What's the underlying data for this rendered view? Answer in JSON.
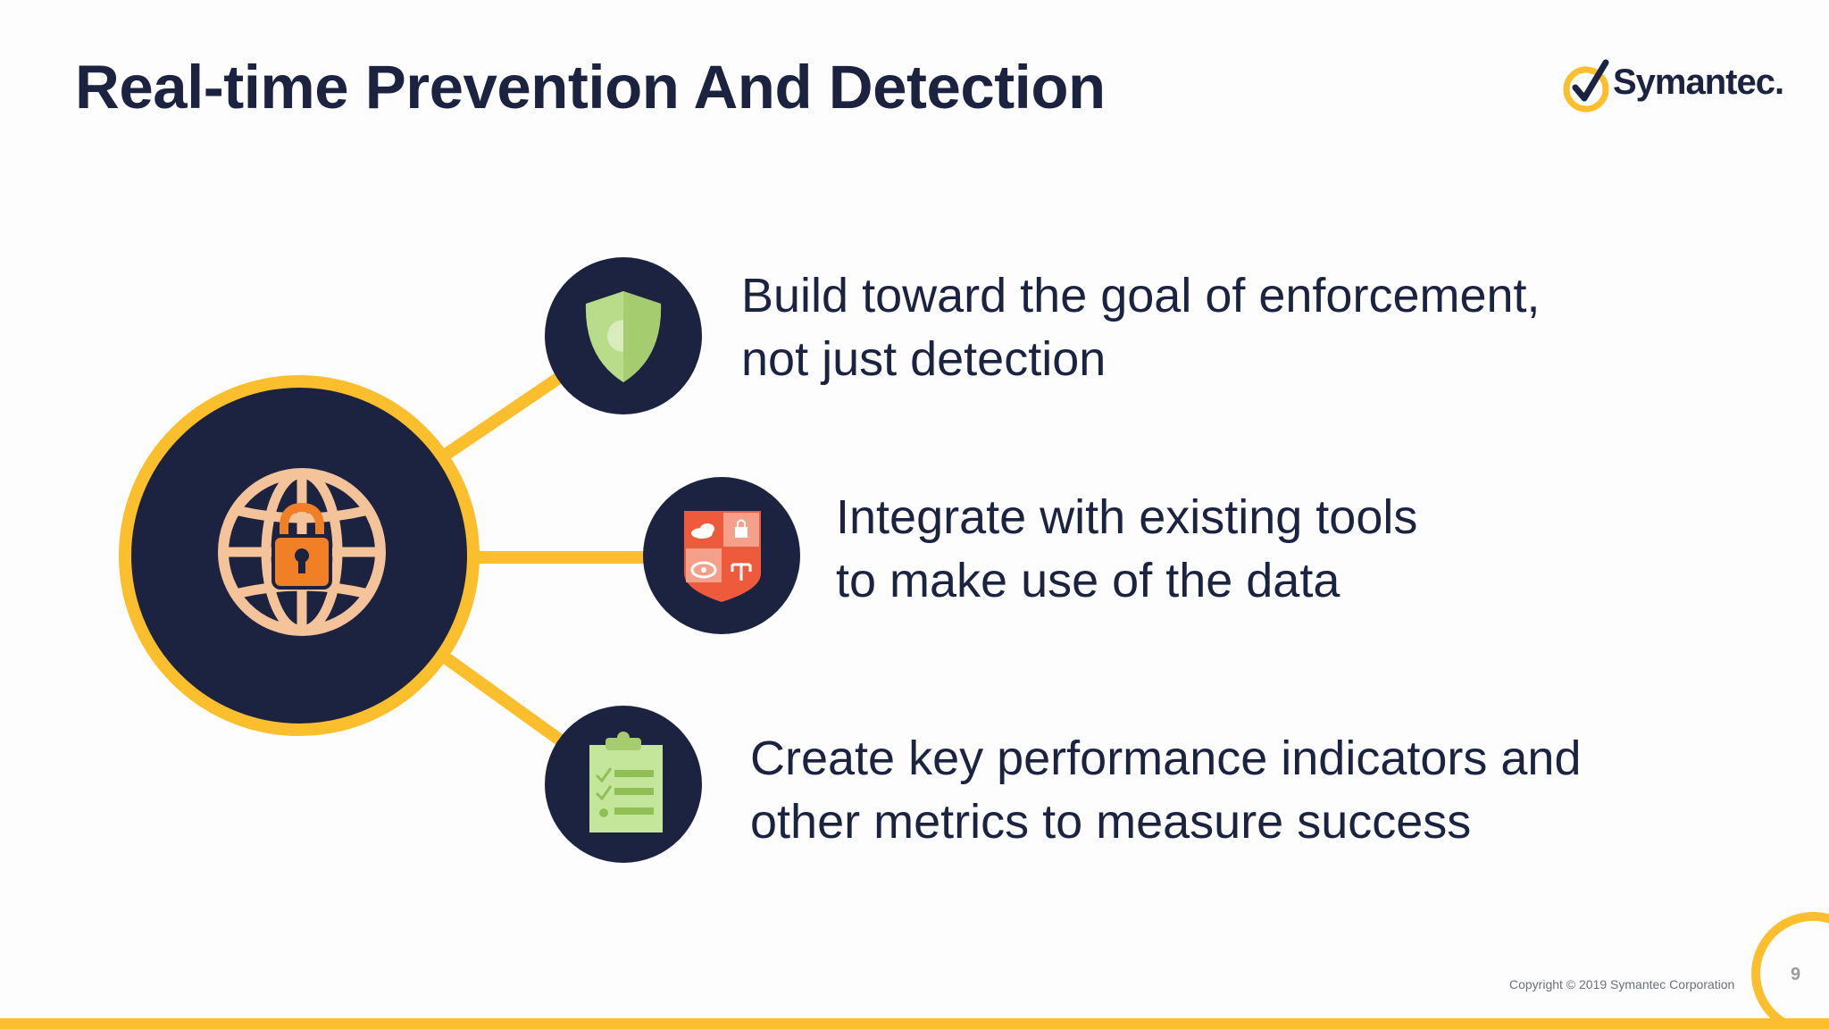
{
  "slide": {
    "title": "Real-time Prevention And Detection",
    "logo_text": "Symantec.",
    "items": [
      {
        "line1": "Build toward the goal of enforcement,",
        "line2": "not just detection",
        "icon": "shield-icon"
      },
      {
        "line1": "Integrate with existing tools",
        "line2": "to make use of the data",
        "icon": "security-crest-icon"
      },
      {
        "line1": "Create key performance indicators and",
        "line2": "other metrics to measure success",
        "icon": "clipboard-checklist-icon"
      }
    ],
    "hub_icon": "globe-lock-icon",
    "copyright": "Copyright © 2019 Symantec Corporation",
    "page_number": "9"
  },
  "colors": {
    "navy": "#1b2340",
    "accent_yellow": "#fbbf2d",
    "globe": "#f4c39a",
    "lock": "#f07f26",
    "shield_green": "#b9dc8a",
    "crest_red": "#ee5a3c",
    "clipboard_green": "#c4e69a"
  }
}
